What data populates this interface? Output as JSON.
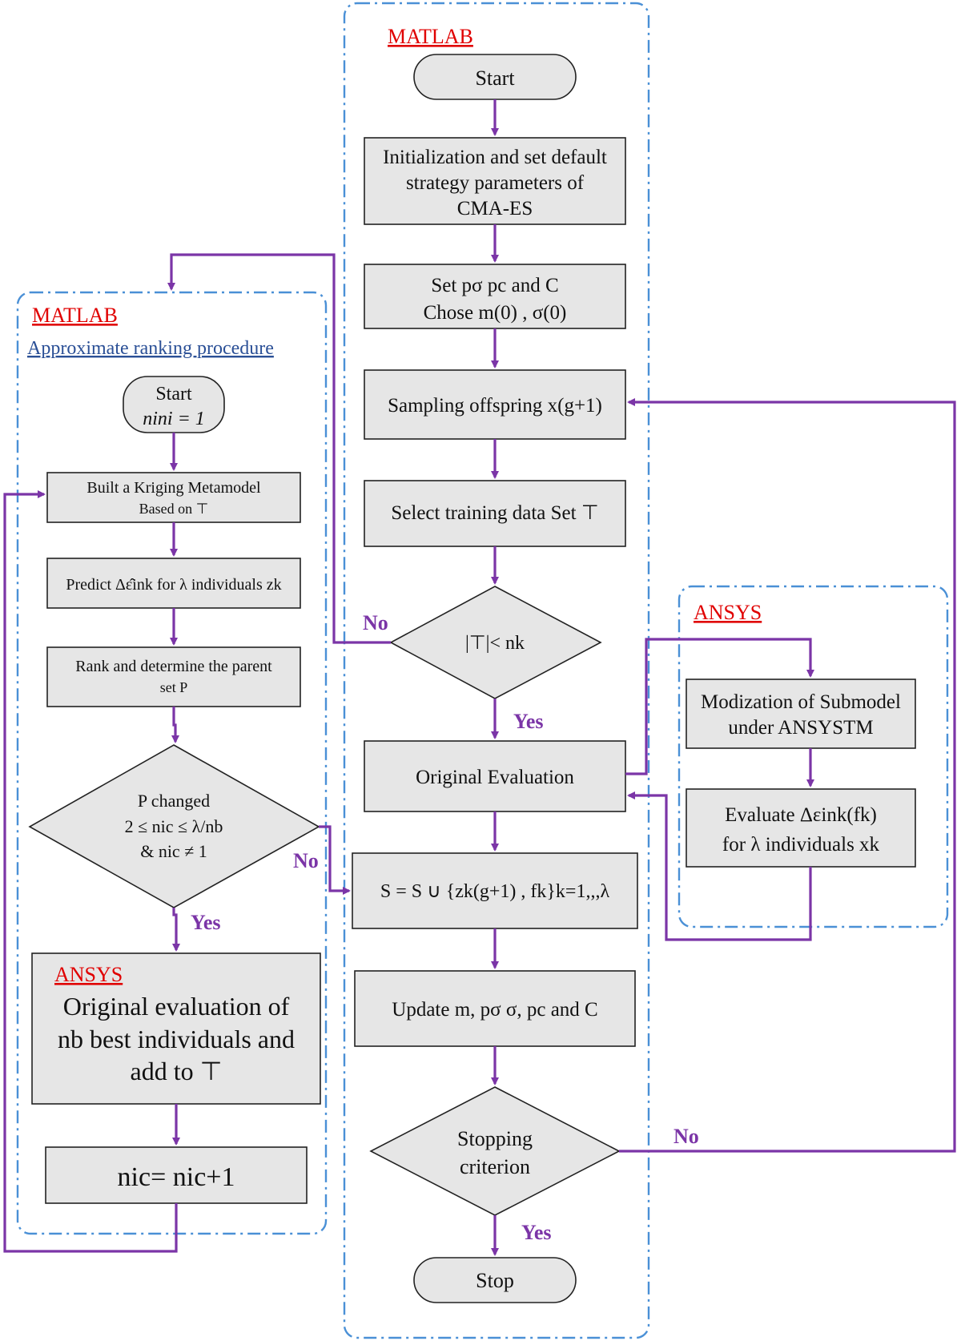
{
  "regions": {
    "main": {
      "label": "MATLAB"
    },
    "left": {
      "label": "MATLAB",
      "sublabel": "Approximate ranking procedure"
    },
    "right": {
      "label": "ANSYS"
    }
  },
  "main_flow": {
    "start": "Start",
    "init": [
      "Initialization and set default",
      "strategy parameters of",
      "CMA-ES"
    ],
    "set_params": [
      "Set pσ  pc and C",
      "Chose m(0) , σ(0)"
    ],
    "sampling": "Sampling offspring x(g+1)",
    "select_training": "Select training data Set ⊤",
    "decision_training": "|⊤|< nk",
    "original_eval": "Original Evaluation",
    "archive_update": "S = S ∪ {zk(g+1) , fk}k=1,,,λ",
    "update": "Update m, pσ σ, pc and C",
    "stopping": [
      "Stopping",
      "criterion"
    ],
    "stop": "Stop"
  },
  "left_flow": {
    "start": [
      "Start",
      "nini = 1"
    ],
    "build_kriging": [
      "Built a Kriging Metamodel",
      "Based on ⊤"
    ],
    "predict": "Predict Δε̂ink for λ individuals zk",
    "rank": [
      "Rank and determine the parent",
      "set P"
    ],
    "decision_changed": [
      "P changed",
      "2 ≤ nic ≤ λ/nb",
      "& nic ≠ 1"
    ],
    "ansys_label": "ANSYS",
    "original_eval_best": [
      "Original evaluation of",
      "nb best individuals and",
      "add to ⊤"
    ],
    "increment": "nic= nic+1"
  },
  "right_flow": {
    "modization": [
      "Modization of Submodel",
      "under ANSYSTM"
    ],
    "evaluate": [
      "Evaluate Δεink(fk)",
      "for λ individuals xk"
    ]
  },
  "edge_labels": {
    "training_no": "No",
    "training_yes": "Yes",
    "changed_no": "No",
    "changed_yes": "Yes",
    "stopping_no": "No",
    "stopping_yes": "Yes"
  }
}
